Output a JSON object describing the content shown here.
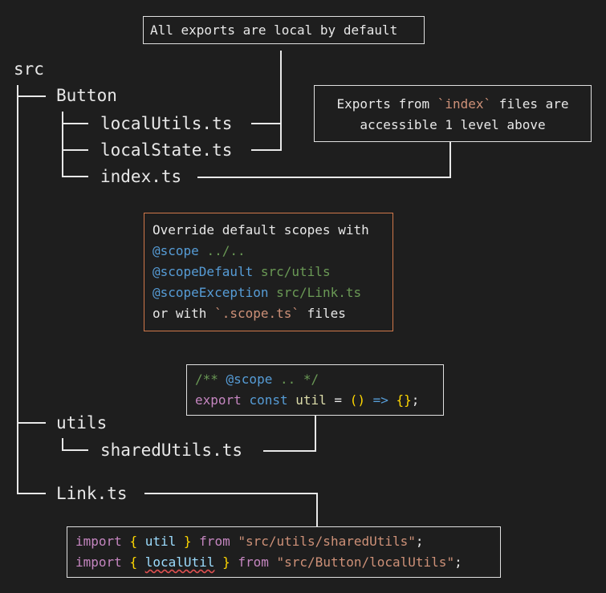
{
  "tree": {
    "root": "src",
    "button_folder": "Button",
    "local_utils": "localUtils.ts",
    "local_state": "localState.ts",
    "index": "index.ts",
    "utils_folder": "utils",
    "shared_utils": "sharedUtils.ts",
    "link": "Link.ts"
  },
  "callout_local": {
    "text": "All exports are local by default"
  },
  "callout_index": {
    "line1_pre": "Exports from ",
    "line1_code": "`index`",
    "line1_post": " files are",
    "line2": "accessible 1 level above"
  },
  "callout_override": {
    "line1": "Override default scopes with",
    "scope_tag": "@scope",
    "scope_value": "../..",
    "scope_default_tag": "@scopeDefault",
    "scope_default_value": "src/utils",
    "scope_exception_tag": "@scopeException",
    "scope_exception_value": "src/Link.ts",
    "last_pre": "or with ",
    "last_code": "`.scope.ts`",
    "last_post": " files"
  },
  "callout_code": {
    "comment_open": "/** ",
    "comment_tag": "@scope",
    "comment_rest": " .. */",
    "kw_export": "export",
    "kw_const": "const",
    "name": "util",
    "eq": "=",
    "parens": "()",
    "arrow": "=>",
    "braces": "{}",
    "semi": ";"
  },
  "callout_imports": {
    "kw_import": "import",
    "open_brace": "{",
    "close_brace": "}",
    "kw_from": "from",
    "line1_name": "util",
    "line1_path": "\"src/utils/sharedUtils\"",
    "line2_name": "localUtil",
    "line2_path": "\"src/Button/localUtils\"",
    "semi": ";"
  }
}
